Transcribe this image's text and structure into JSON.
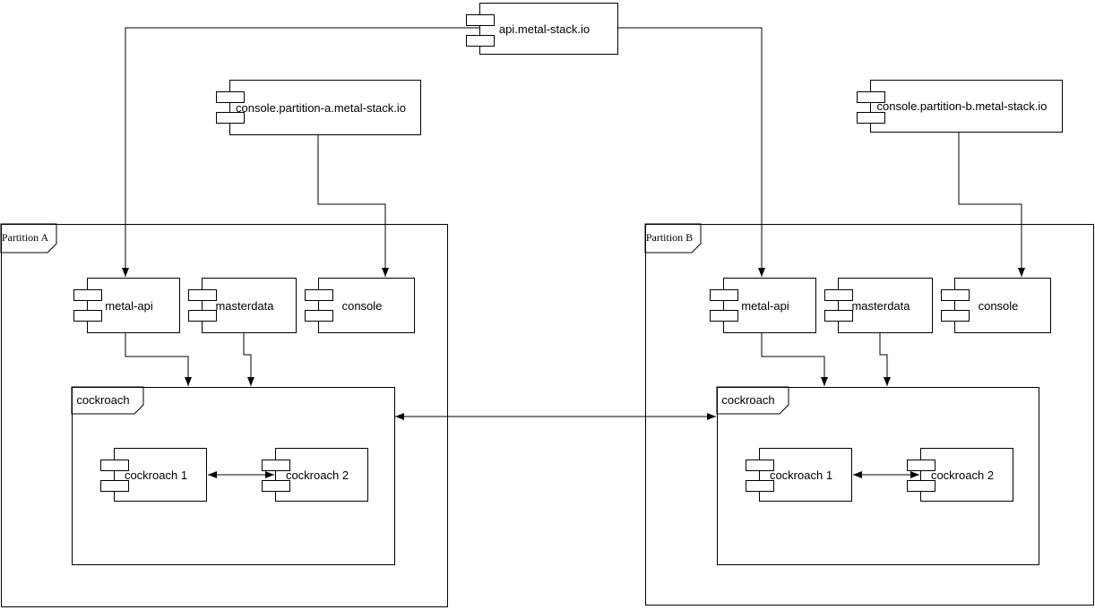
{
  "diagram": {
    "type": "uml-component-diagram",
    "colors": {
      "stroke": "#000000",
      "background": "#ffffff"
    },
    "nodes": {
      "api": {
        "label": "api.metal-stack.io"
      },
      "console_a": {
        "label": "console.partition-a.metal-stack.io"
      },
      "console_b": {
        "label": "console.partition-b.metal-stack.io"
      }
    },
    "partitions": [
      {
        "label": "Partition A",
        "components": [
          {
            "label": "metal-api"
          },
          {
            "label": "masterdata"
          },
          {
            "label": "console"
          }
        ],
        "group": {
          "label": "cockroach",
          "nodes": [
            {
              "label": "cockroach 1"
            },
            {
              "label": "cockroach 2"
            }
          ]
        }
      },
      {
        "label": "Partition B",
        "components": [
          {
            "label": "metal-api"
          },
          {
            "label": "masterdata"
          },
          {
            "label": "console"
          }
        ],
        "group": {
          "label": "cockroach",
          "nodes": [
            {
              "label": "cockroach 1"
            },
            {
              "label": "cockroach 2"
            }
          ]
        }
      }
    ],
    "edges": [
      {
        "from": "api.metal-stack.io",
        "to": "Partition A / metal-api",
        "direction": "uni"
      },
      {
        "from": "api.metal-stack.io",
        "to": "Partition B / metal-api",
        "direction": "uni"
      },
      {
        "from": "console.partition-a.metal-stack.io",
        "to": "Partition A / console",
        "direction": "uni"
      },
      {
        "from": "console.partition-b.metal-stack.io",
        "to": "Partition B / console",
        "direction": "uni"
      },
      {
        "from": "Partition A / metal-api",
        "to": "Partition A / cockroach",
        "direction": "uni"
      },
      {
        "from": "Partition A / masterdata",
        "to": "Partition A / cockroach",
        "direction": "uni"
      },
      {
        "from": "Partition B / metal-api",
        "to": "Partition B / cockroach",
        "direction": "uni"
      },
      {
        "from": "Partition B / masterdata",
        "to": "Partition B / cockroach",
        "direction": "uni"
      },
      {
        "from": "Partition A / cockroach",
        "to": "Partition B / cockroach",
        "direction": "bi"
      },
      {
        "from": "Partition A / cockroach 1",
        "to": "Partition A / cockroach 2",
        "direction": "bi"
      },
      {
        "from": "Partition B / cockroach 1",
        "to": "Partition B / cockroach 2",
        "direction": "bi"
      }
    ]
  }
}
